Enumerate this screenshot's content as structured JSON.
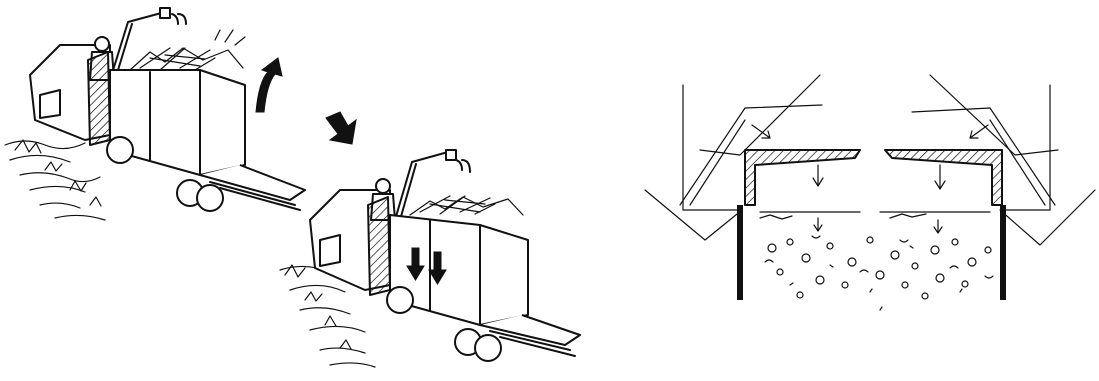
{
  "figure": {
    "panels": [
      {
        "id": "truck-lift-gate-raised",
        "description_label": ""
      },
      {
        "id": "truck-compressing-load",
        "description_label": ""
      },
      {
        "id": "compression-gate-cross-section",
        "description_label": ""
      }
    ],
    "arrow_icons": [
      "curved-up-arrow-icon",
      "diagonal-down-arrow-icon",
      "down-arrow-icon",
      "down-arrow-icon"
    ],
    "ink_color": "#111111",
    "background_color": "#ffffff"
  }
}
